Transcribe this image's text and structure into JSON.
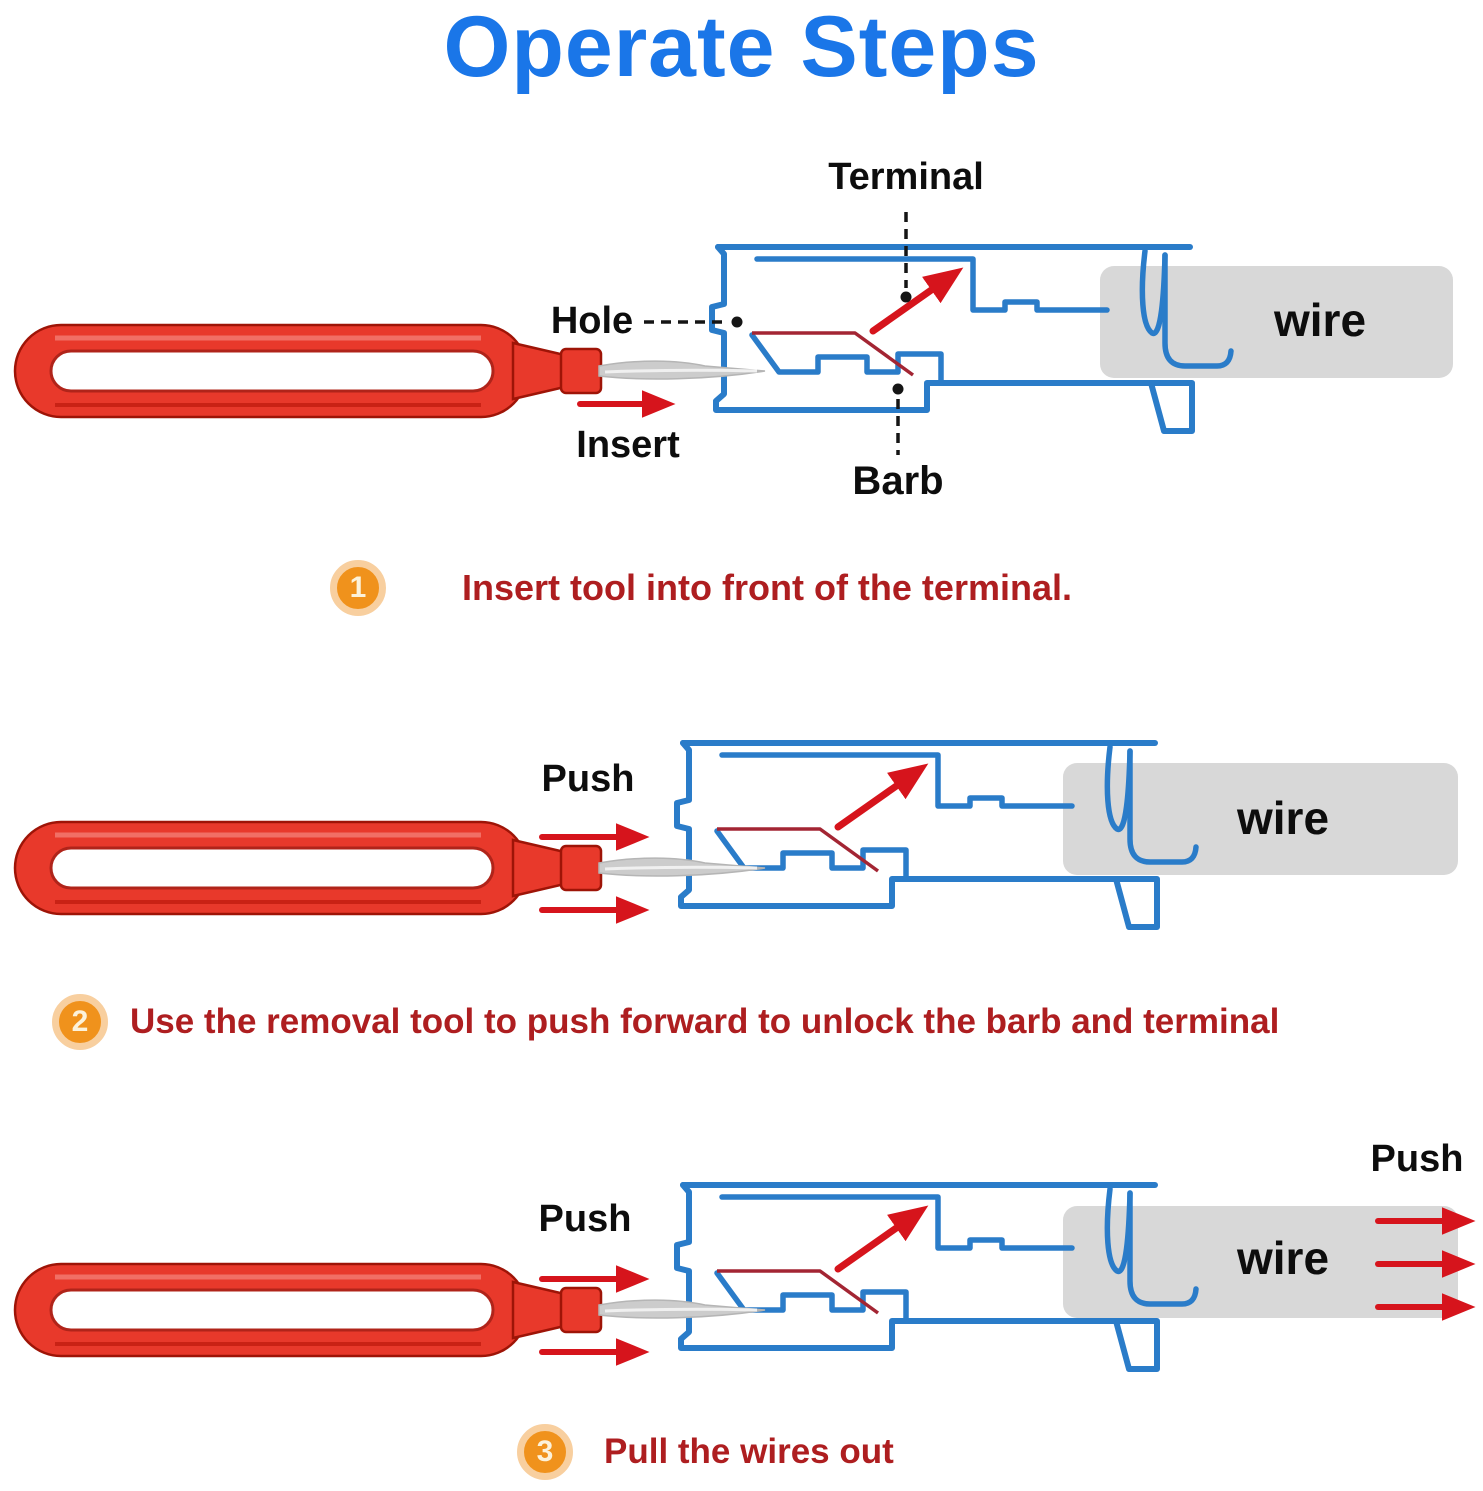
{
  "title": "Operate Steps",
  "colors": {
    "titleBlue": "#1a76e8",
    "stepRed": "#ae1e20",
    "housingBlue": "#2a7cc9",
    "arrowRed": "#d6141c",
    "barbRed": "#a32533",
    "toolRed": "#e8392b",
    "wireGray": "#d8d8d8",
    "badgeOrange": "#f0921c"
  },
  "d1": {
    "terminal": "Terminal",
    "hole": "Hole",
    "insert": "Insert",
    "barb": "Barb",
    "wire": "wire"
  },
  "d2": {
    "push": "Push",
    "wire": "wire"
  },
  "d3": {
    "push_left": "Push",
    "push_right": "Push",
    "wire": "wire"
  },
  "steps": [
    {
      "num": "1",
      "text": "Insert tool into front of the terminal."
    },
    {
      "num": "2",
      "text": "Use the removal tool to push forward to unlock the barb and terminal"
    },
    {
      "num": "3",
      "text": "Pull the wires out"
    }
  ]
}
